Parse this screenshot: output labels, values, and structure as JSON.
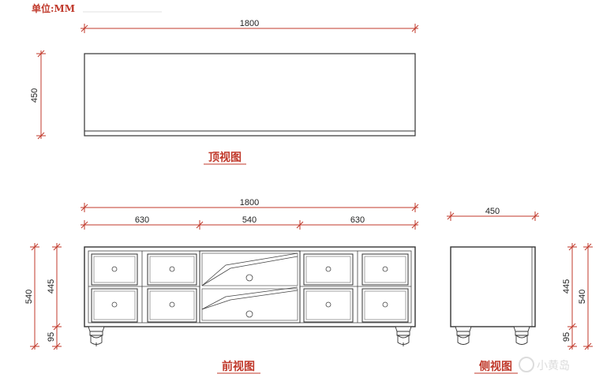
{
  "unit_label": "单位:MM",
  "watermark": "小黄岛",
  "colors": {
    "dimension_line": "#c0392b",
    "outline": "#333333",
    "title": "#c0392b"
  },
  "top_view": {
    "title": "顶视图",
    "width_label": "1800",
    "depth_label": "450"
  },
  "front_view": {
    "title": "前视图",
    "overall_width_label": "1800",
    "segments": [
      "630",
      "540",
      "630"
    ],
    "height_total_label": "540",
    "height_body_label": "445",
    "height_leg_label": "95"
  },
  "side_view": {
    "title": "侧视图",
    "depth_label": "450",
    "height_body_label": "445",
    "height_total_label": "540",
    "height_leg_label": "95"
  }
}
